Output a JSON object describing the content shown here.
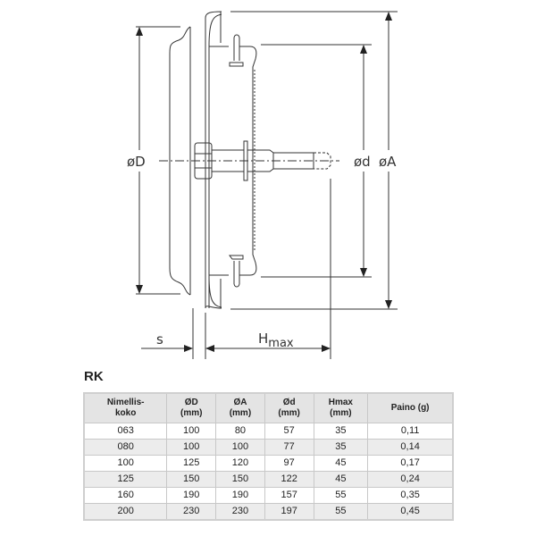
{
  "drawing": {
    "labels": {
      "D": "øD",
      "d": "ød",
      "A": "øA",
      "s": "s",
      "h": "H",
      "h_sub": "max"
    }
  },
  "table": {
    "title": "RK",
    "headers": [
      [
        "Nimellis-",
        "koko"
      ],
      [
        "ØD",
        "(mm)"
      ],
      [
        "ØA",
        "(mm)"
      ],
      [
        "Ød",
        "(mm)"
      ],
      [
        "Hmax",
        "(mm)"
      ],
      [
        "Paino (g)",
        ""
      ]
    ],
    "rows": [
      [
        "063",
        "100",
        "80",
        "57",
        "35",
        "0,11"
      ],
      [
        "080",
        "100",
        "100",
        "77",
        "35",
        "0,14"
      ],
      [
        "100",
        "125",
        "120",
        "97",
        "45",
        "0,17"
      ],
      [
        "125",
        "150",
        "150",
        "122",
        "45",
        "0,24"
      ],
      [
        "160",
        "190",
        "190",
        "157",
        "55",
        "0,35"
      ],
      [
        "200",
        "230",
        "230",
        "197",
        "55",
        "0,45"
      ]
    ]
  }
}
